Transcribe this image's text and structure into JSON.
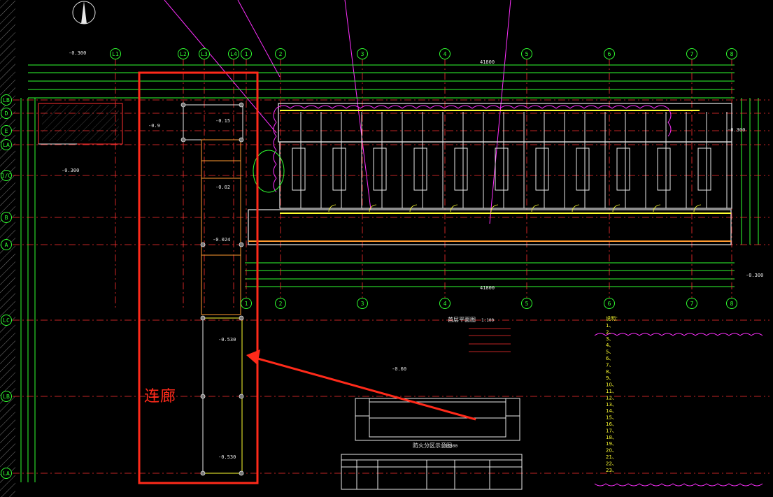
{
  "colors": {
    "background": "#000000",
    "grid_axis": "#ff3030",
    "dim_line": "#30ff30",
    "wall": "#e8e8e8",
    "highlight": "#ff2a1a",
    "magenta": "#ff30ff",
    "yellow": "#ffff30",
    "orange": "#ff9a30",
    "cyan": "#30ffff"
  },
  "top_axes": [
    "L1",
    "L2",
    "L3",
    "L4",
    "1",
    "2",
    "3",
    "4",
    "5",
    "6",
    "7",
    "8"
  ],
  "bottom_axes": [
    "1",
    "2",
    "3",
    "4",
    "5",
    "6",
    "7",
    "8"
  ],
  "left_axes": [
    "LB",
    "D",
    "E",
    "LA",
    "1/C",
    "B",
    "A",
    "LC",
    "LB",
    "LA"
  ],
  "elevations": {
    "top_left": "-0.300",
    "left_mid": "-0.300",
    "right_top": "-0.300",
    "right_bottom": "-0.300",
    "bottom": "-0.60",
    "room1": "-0.9",
    "room2": "-0.15",
    "room3": "-0.02",
    "room4": "-0.024",
    "room5": "-0.530",
    "room6": "-0.530"
  },
  "total_dim_top": "41800",
  "total_dim_bottom": "41800",
  "plan_title": "首层平面图",
  "plan_scale": "1:100",
  "section_title": "防火分区示意图",
  "section_scale": "1:300",
  "annotation_label": "连廊",
  "notes_header": "说明：",
  "notes": [
    "1、",
    "2、",
    "3、",
    "4、",
    "5、",
    "6、",
    "7、",
    "8、",
    "9、",
    "10、",
    "11、",
    "12、",
    "13、",
    "14、",
    "15、",
    "16、",
    "17、",
    "18、",
    "19、",
    "20、",
    "21、",
    "22、",
    "23、"
  ]
}
